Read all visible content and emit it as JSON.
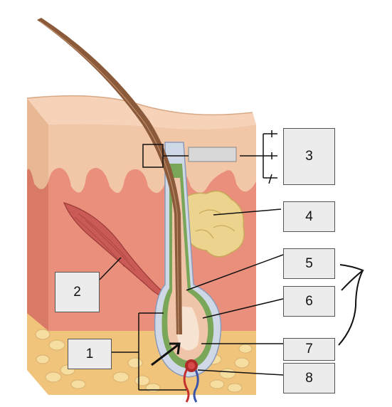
{
  "labels": {
    "l1": "1",
    "l2": "2",
    "l3": "3",
    "l4": "4",
    "l5": "5",
    "l6": "6",
    "l7": "7",
    "l8": "8"
  },
  "colors": {
    "epidermis": "#f2c7a8",
    "dermis": "#ea8f7c",
    "hypodermis": "#f0c47a",
    "fat_cells": "#f6dea0",
    "hair_shaft": "#8a5a3a",
    "follicle_green": "#7aa65a",
    "sheath_blue": "#cfd8e6",
    "gland": "#edd48e",
    "muscle": "#c95a55",
    "vessel_red": "#c43030",
    "vessel_blue": "#3a55a8"
  }
}
